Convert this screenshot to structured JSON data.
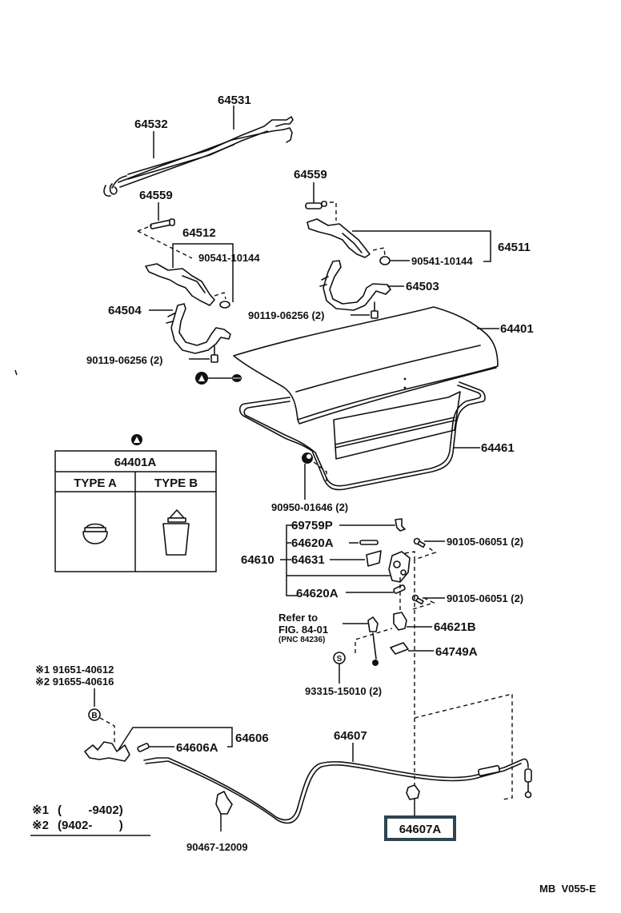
{
  "diagram": {
    "type": "exploded parts diagram",
    "subject": "Luggage compartment door (trunk lid), hinges, torsion bars, lock and release cable",
    "footer_code": "MB  V055-E"
  },
  "labels": {
    "p64531": "64531",
    "p64532": "64532",
    "p64559_left": "64559",
    "p64559_right": "64559",
    "p64512": "64512",
    "p90541_left": "90541-10144",
    "p64511": "64511",
    "p90541_right": "90541-10144",
    "p64504": "64504",
    "p64503": "64503",
    "p90119_left": "90119-06256 (2)",
    "p90119_right": "90119-06256 (2)",
    "p64401": "64401",
    "p64461": "64461",
    "p90950": "90950-01646 (2)",
    "p69759P": "69759P",
    "p64620A_top": "64620A",
    "p64610": "64610",
    "p64631": "64631",
    "p64620A_bottom": "64620A",
    "p90105_top": "90105-06051 (2)",
    "p90105_bottom": "90105-06051 (2)",
    "p64621B": "64621B",
    "p64749A": "64749A",
    "p93315": "93315-15010 (2)",
    "refer_line1": "Refer to",
    "refer_line2": "FIG. 84-01",
    "refer_line3": "(PNC 84236)",
    "note_b1": "※1 91651-40612",
    "note_b2": "※2 91655-40616",
    "p64606": "64606",
    "p64606A": "64606A",
    "p64607": "64607",
    "p64607A": "64607A",
    "p90467": "90467-12009",
    "symbol_s": "S",
    "symbol_b": "B"
  },
  "type_table": {
    "part_number": "64401A",
    "columns": [
      "TYPE A",
      "TYPE B"
    ]
  },
  "legend": [
    {
      "mark": "※1",
      "range": "(        -9402)"
    },
    {
      "mark": "※2",
      "range": "(9402-        )"
    }
  ],
  "highlight": {
    "part": "64607A",
    "color": "#2f4350"
  }
}
